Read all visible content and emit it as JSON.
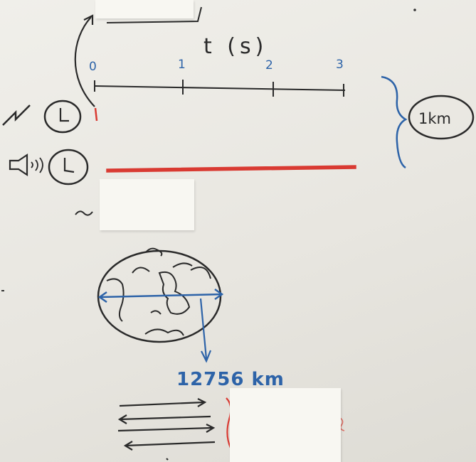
{
  "timeline": {
    "axis_label": "t (s)",
    "ticks": [
      "0",
      "1",
      "2",
      "3"
    ]
  },
  "distance_label": "1km",
  "earth_diameter_label": "12756 km",
  "colors": {
    "ink": "#2a2a2a",
    "blue": "#2d63a8",
    "red": "#d93a32",
    "paper": "#eeede8"
  }
}
